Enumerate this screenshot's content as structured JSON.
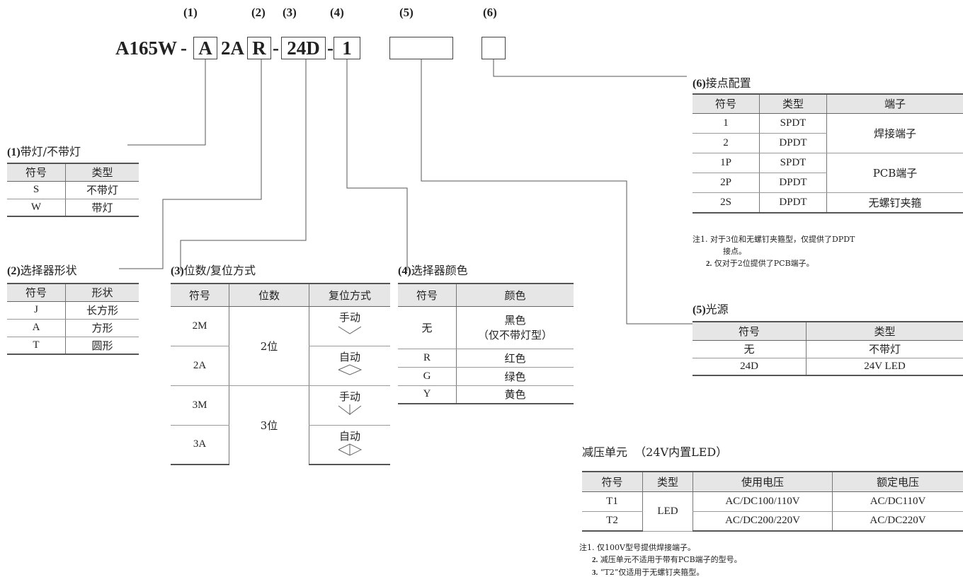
{
  "header": {
    "positions": [
      "(1)",
      "(2)",
      "(3)",
      "(4)",
      "(5)",
      "(6)"
    ],
    "model_prefix": "A165W",
    "sep": "-",
    "seg1": "A",
    "seg2_plain": "2A",
    "seg2_boxed": "R",
    "seg3": "24D",
    "seg4": "1",
    "seg5": "",
    "seg6": ""
  },
  "lamp": {
    "title_num": "(1)",
    "title": "带灯/不带灯",
    "cols": [
      "符号",
      "类型"
    ],
    "rows": [
      [
        "S",
        "不带灯"
      ],
      [
        "W",
        "带灯"
      ]
    ]
  },
  "shape": {
    "title_num": "(2)",
    "title": "选择器形状",
    "cols": [
      "符号",
      "形状"
    ],
    "rows": [
      [
        "J",
        "长方形"
      ],
      [
        "A",
        "方形"
      ],
      [
        "T",
        "圆形"
      ]
    ]
  },
  "positions_reset": {
    "title_num": "(3)",
    "title": "位数/复位方式",
    "cols": [
      "符号",
      "位数",
      "复位方式"
    ],
    "rows": [
      {
        "code": "2M",
        "reset": "手动"
      },
      {
        "code": "2A",
        "reset": "自动"
      },
      {
        "code": "3M",
        "reset": "手动"
      },
      {
        "code": "3A",
        "reset": "自动"
      }
    ],
    "groups": [
      "2位",
      "3位"
    ]
  },
  "color": {
    "title_num": "(4)",
    "title": "选择器颜色",
    "cols": [
      "符号",
      "颜色"
    ],
    "rows": [
      [
        "无",
        "黑色",
        "（仅不带灯型）"
      ],
      [
        "R",
        "红色"
      ],
      [
        "G",
        "绿色"
      ],
      [
        "Y",
        "黄色"
      ]
    ]
  },
  "contact": {
    "title_num": "(6)",
    "title": "接点配置",
    "cols": [
      "符号",
      "类型",
      "端子"
    ],
    "rows": [
      [
        "1",
        "SPDT"
      ],
      [
        "2",
        "DPDT"
      ],
      [
        "1P",
        "SPDT"
      ],
      [
        "2P",
        "DPDT"
      ],
      [
        "2S",
        "DPDT"
      ]
    ],
    "terminals": [
      "焊接端子",
      "PCB端子",
      "无螺钉夹箍"
    ],
    "notes": [
      {
        "num": "注1.",
        "text": "对于3位和无螺钉夹箍型，仅提供了DPDT"
      },
      {
        "num": "",
        "text": "接点。"
      },
      {
        "num": "2.",
        "text": "仅对于2位提供了PCB端子。"
      }
    ]
  },
  "light": {
    "title_num": "(5)",
    "title": "光源",
    "cols": [
      "符号",
      "类型"
    ],
    "rows": [
      [
        "无",
        "不带灯"
      ],
      [
        "24D",
        "24V LED"
      ]
    ]
  },
  "reducer": {
    "title": "减压单元  （24V内置LED）",
    "cols": [
      "符号",
      "类型",
      "使用电压",
      "额定电压"
    ],
    "rows": [
      [
        "T1",
        "AC/DC100/110V",
        "AC/DC110V"
      ],
      [
        "T2",
        "AC/DC200/220V",
        "AC/DC220V"
      ]
    ],
    "type": "LED",
    "notes": [
      {
        "num": "注1.",
        "text": "仅100V型号提供焊接端子。"
      },
      {
        "num": "2.",
        "text": "减压单元不适用于带有PCB端子的型号。"
      },
      {
        "num": "3.",
        "text": "“T2”仅适用于无螺钉夹箍型。"
      }
    ]
  }
}
